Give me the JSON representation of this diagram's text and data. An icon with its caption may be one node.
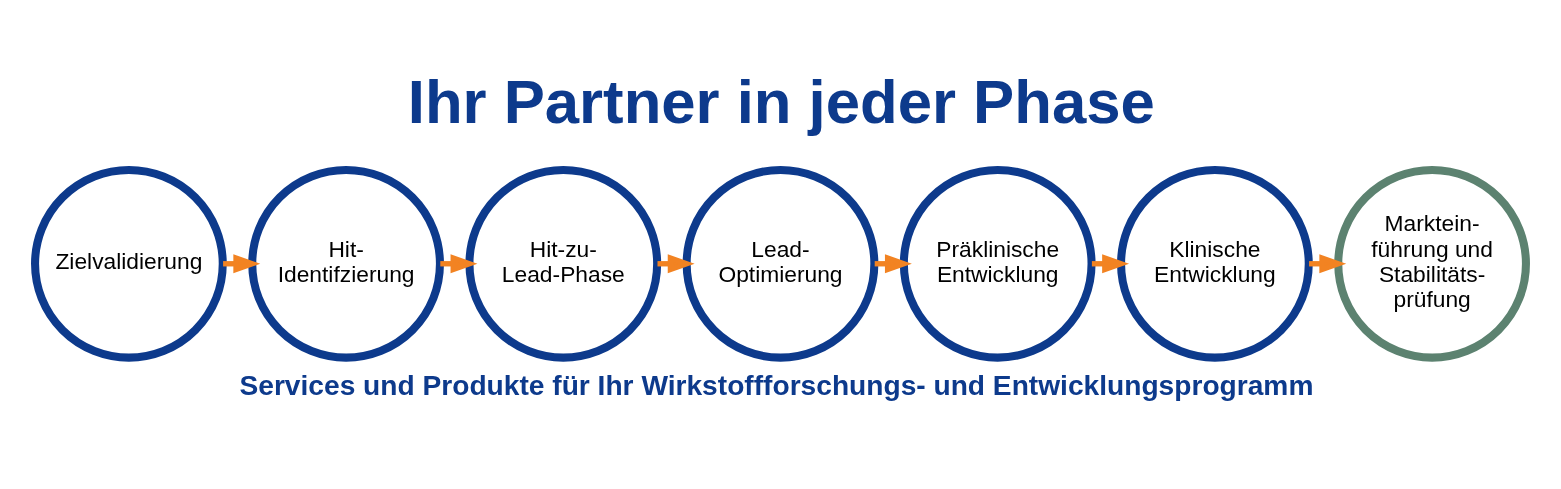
{
  "diagram": {
    "title": "Ihr Partner in jeder Phase",
    "caption": "Services und Produkte für Ihr Wirkstoffforschungs- und Entwicklungsprogramm",
    "nodes": [
      {
        "text": [
          "Zielvalidierung"
        ]
      },
      {
        "text": [
          "Hit- Identifzierung"
        ]
      },
      {
        "text": [
          "Hit-zu- Lead-Phase"
        ]
      },
      {
        "text": [
          "Lead- Optimierung"
        ]
      },
      {
        "text": [
          "Präklinische Entwicklung"
        ]
      },
      {
        "text": [
          "Klinische Entwicklung"
        ]
      },
      {
        "text": [
          "Marktein- führung und Stabilitäts- prüfung"
        ]
      }
    ],
    "edges": [
      {
        "from": 0,
        "to": 1,
        "arrow": "to"
      },
      {
        "from": 1,
        "to": 2,
        "arrow": "to"
      },
      {
        "from": 2,
        "to": 3,
        "arrow": "to"
      },
      {
        "from": 3,
        "to": 4,
        "arrow": "to"
      },
      {
        "from": 4,
        "to": 5,
        "arrow": "to"
      },
      {
        "from": 5,
        "to": 6,
        "arrow": "to"
      }
    ]
  }
}
